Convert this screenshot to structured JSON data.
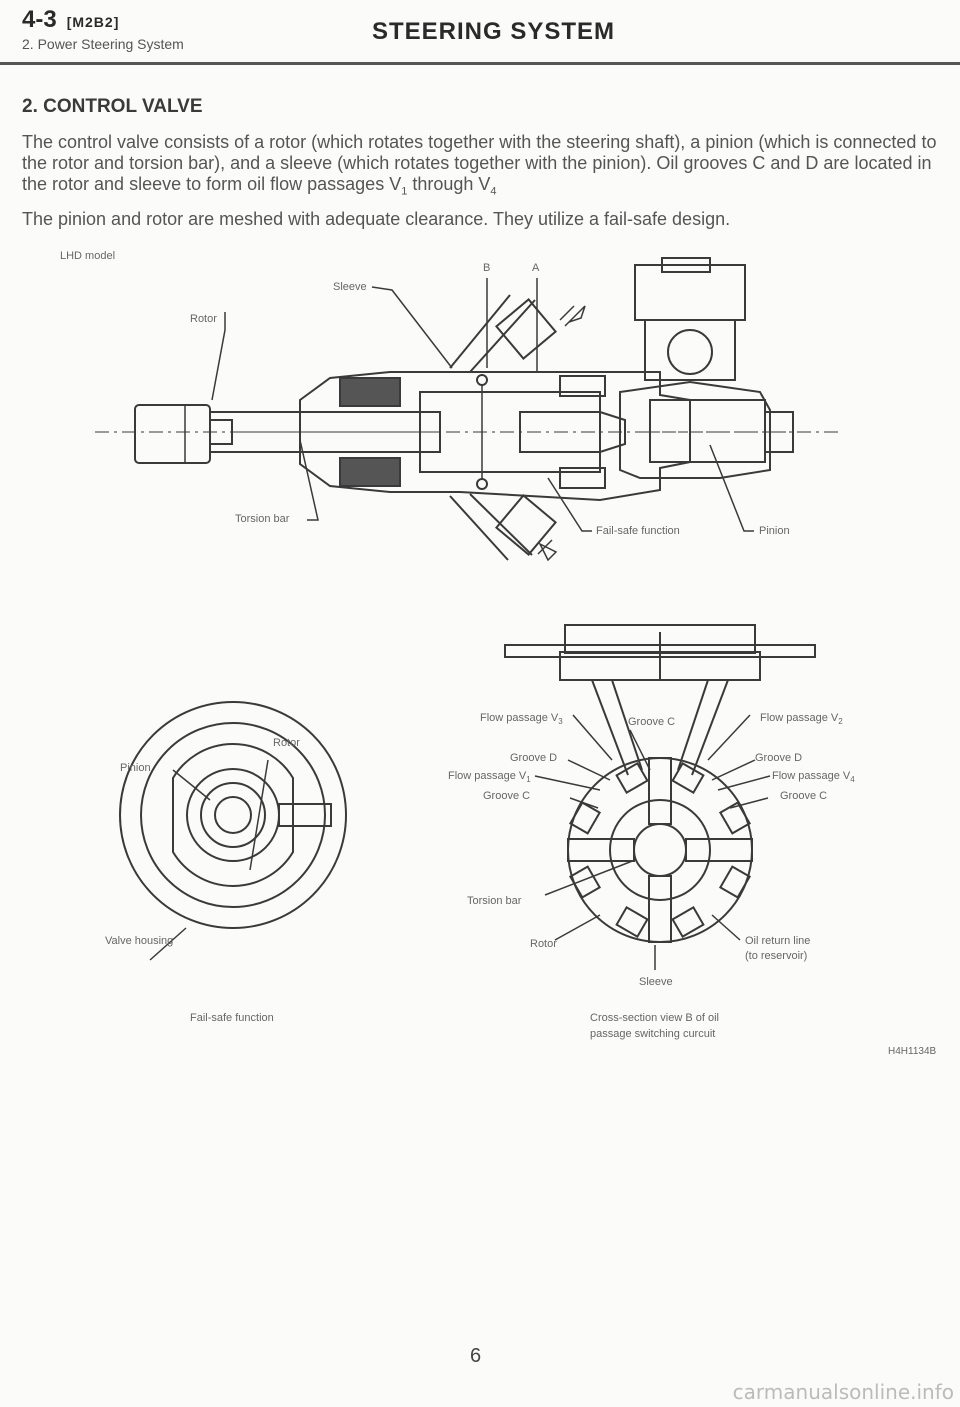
{
  "header": {
    "page_number": "4-3",
    "code": "[M2B2]",
    "subtitle": "2. Power Steering System",
    "title": "STEERING SYSTEM"
  },
  "section": {
    "title": "2. CONTROL VALVE",
    "p1_a": "The control valve consists of a rotor (which rotates together with the steering shaft), a pinion (which is connected to the rotor and torsion bar), and a sleeve (which rotates together with the pinion). Oil grooves C and D are located in the rotor and sleeve to form oil flow passages V",
    "p1_sub1": "1",
    "p1_b": " through V",
    "p1_sub2": "4",
    "p2": "The pinion and rotor are meshed with adequate clearance. They utilize a fail-safe design."
  },
  "figure_top": {
    "model": "LHD model",
    "b": "B",
    "a": "A",
    "sleeve": "Sleeve",
    "rotor": "Rotor",
    "torsion_bar": "Torsion bar",
    "fail_safe": "Fail-safe function",
    "pinion": "Pinion"
  },
  "figure_left": {
    "rotor": "Rotor",
    "pinion": "Pinion",
    "valve_housing": "Valve housing",
    "caption": "Fail-safe function"
  },
  "figure_right": {
    "flow_v": "Flow passage V",
    "sub_3": "3",
    "sub_2": "2",
    "sub_1": "1",
    "sub_4": "4",
    "groove_c": "Groove C",
    "groove_d": "Groove D",
    "torsion_bar": "Torsion bar",
    "rotor": "Rotor",
    "oil_return_1": "Oil return line",
    "oil_return_2": "(to reservoir)",
    "sleeve": "Sleeve",
    "caption_1": "Cross-section view B of oil",
    "caption_2": "passage switching curcuit",
    "code": "H4H1134B"
  },
  "footer": {
    "page": "6",
    "watermark": "carmanualsonline.info"
  }
}
